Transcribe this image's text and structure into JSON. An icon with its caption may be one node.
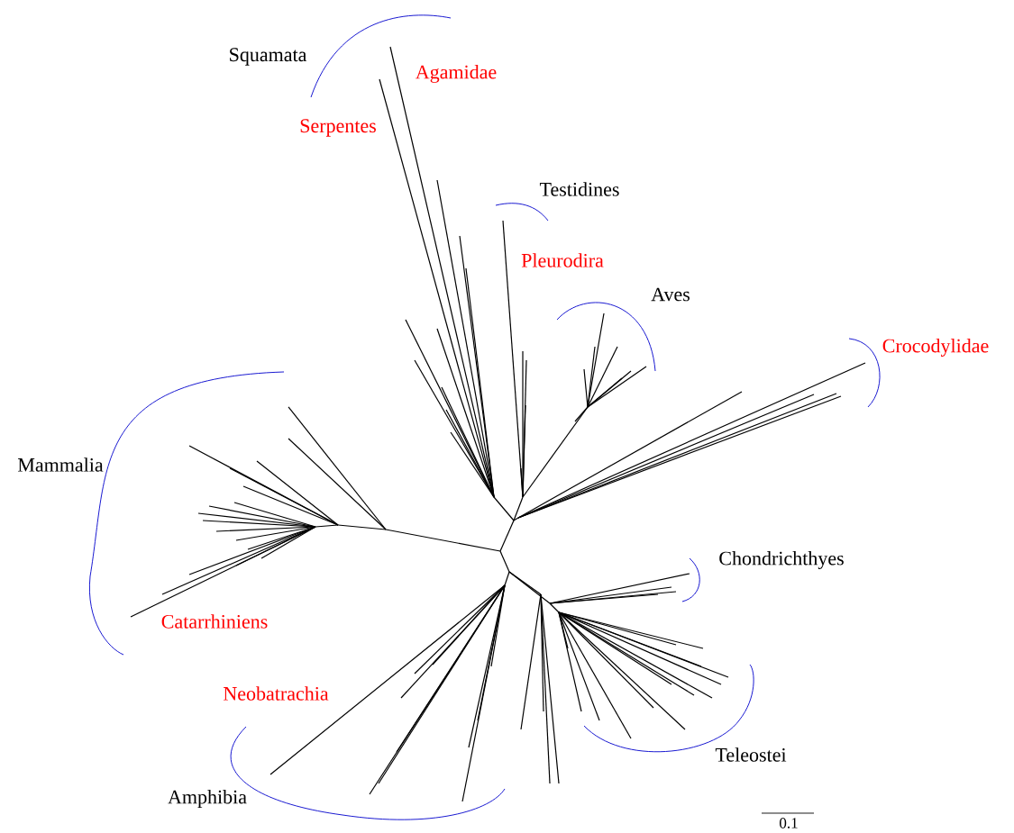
{
  "diagram": {
    "labels": [
      "Squamata",
      "Agamidae",
      "Serpentes",
      "Testidines",
      "Pleurodira",
      "Aves",
      "Crocodylidae",
      "Mammalia",
      "Catarrhiniens",
      "Chondrichthyes",
      "Neobatrachia",
      "Teleostei",
      "Amphibia",
      "0.1"
    ]
  }
}
